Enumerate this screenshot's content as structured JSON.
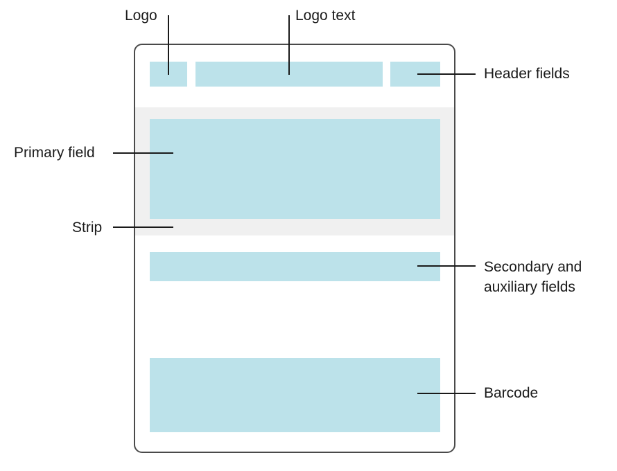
{
  "diagram": {
    "labels": {
      "logo": "Logo",
      "logo_text": "Logo text",
      "header_fields": "Header fields",
      "primary_field": "Primary field",
      "strip": "Strip",
      "secondary_line1": "Secondary and",
      "secondary_line2": "auxiliary fields",
      "barcode": "Barcode"
    },
    "colors": {
      "field_fill": "#bce2ea",
      "strip_fill": "#f0f0f0",
      "card_border": "#4a4a4a",
      "leader_line": "#1a1a1a"
    }
  }
}
